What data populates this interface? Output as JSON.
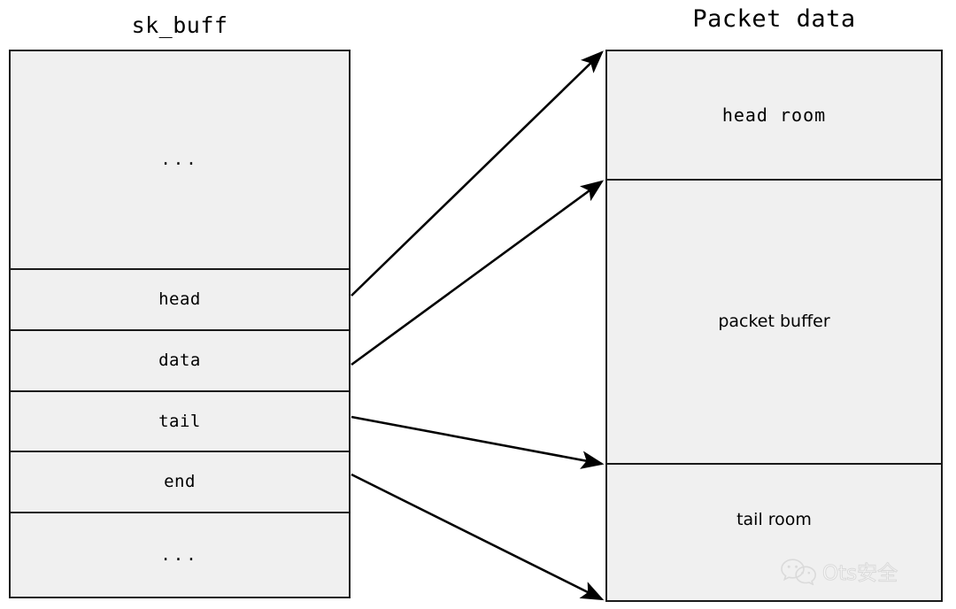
{
  "diagram": {
    "left": {
      "title": "sk_buff",
      "rows": [
        {
          "label": "...",
          "name": "skbuff-row-ellipsis-top"
        },
        {
          "label": "head",
          "name": "skbuff-row-head"
        },
        {
          "label": "data",
          "name": "skbuff-row-data"
        },
        {
          "label": "tail",
          "name": "skbuff-row-tail"
        },
        {
          "label": "end",
          "name": "skbuff-row-end"
        },
        {
          "label": "...",
          "name": "skbuff-row-ellipsis-bottom"
        }
      ]
    },
    "right": {
      "title": "Packet data",
      "rows": [
        {
          "label": "head room",
          "name": "packet-row-head-room"
        },
        {
          "label": "packet buffer",
          "name": "packet-row-packet-buffer"
        },
        {
          "label": "tail room",
          "name": "packet-row-tail-room"
        }
      ]
    },
    "arrows": [
      {
        "from": "head",
        "to": "top of head room"
      },
      {
        "from": "data",
        "to": "top of packet buffer"
      },
      {
        "from": "tail",
        "to": "top of tail room"
      },
      {
        "from": "end",
        "to": "bottom of tail room"
      }
    ],
    "colors": {
      "fill": "#f0f0f0",
      "stroke": "#1a1a1a",
      "background": "#ffffff",
      "watermark": "#c9c9c9"
    }
  },
  "watermark": {
    "text": "Ots安全",
    "icon": "wechat-icon"
  }
}
